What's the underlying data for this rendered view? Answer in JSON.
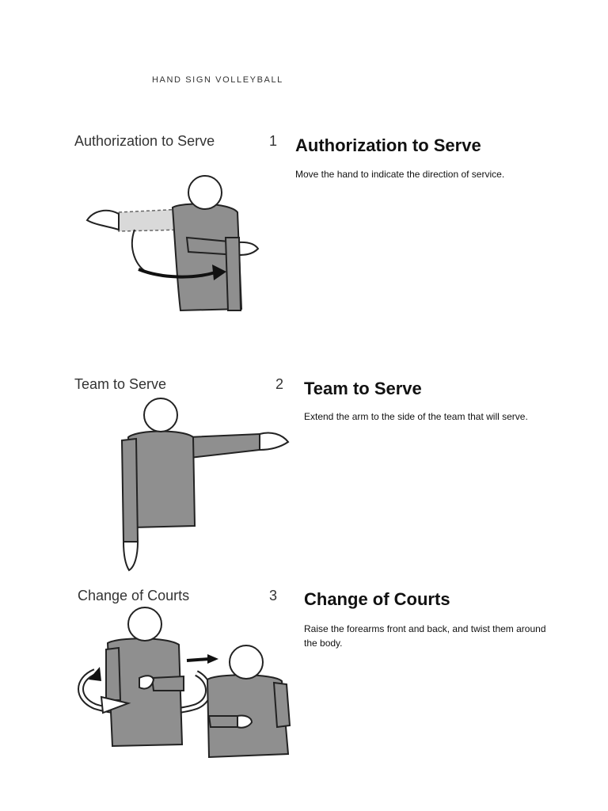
{
  "header": "HAND SIGN VOLLEYBALL",
  "sections": [
    {
      "figure_caption": "Authorization to Serve",
      "figure_number": "1",
      "title": "Authorization to Serve",
      "description": "Move the hand to indicate the direction of service."
    },
    {
      "figure_caption": "Team to Serve",
      "figure_number": "2",
      "title": "Team to Serve",
      "description": "Extend the arm to the side of the team that will serve."
    },
    {
      "figure_caption": "Change of Courts",
      "figure_number": "3",
      "title": "Change of Courts",
      "description": "Raise the forearms front and back, and twist them around the body."
    }
  ]
}
